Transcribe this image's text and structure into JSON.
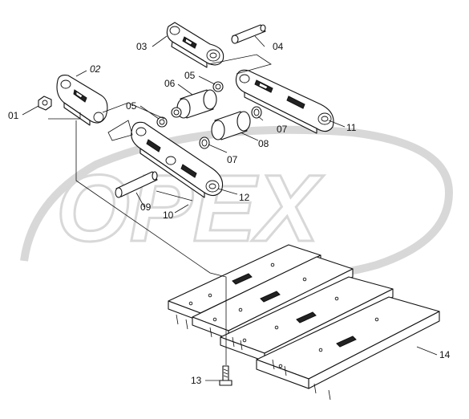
{
  "watermark": {
    "text": "OPEX",
    "color": "#d8d8d8"
  },
  "corner_mark": "",
  "callouts": [
    {
      "id": "01",
      "label": "01"
    },
    {
      "id": "02",
      "label": "02"
    },
    {
      "id": "03",
      "label": "03"
    },
    {
      "id": "04",
      "label": "04"
    },
    {
      "id": "05a",
      "label": "05"
    },
    {
      "id": "05b",
      "label": "05"
    },
    {
      "id": "06",
      "label": "06"
    },
    {
      "id": "07a",
      "label": "07"
    },
    {
      "id": "07b",
      "label": "07"
    },
    {
      "id": "08",
      "label": "08"
    },
    {
      "id": "09",
      "label": "09"
    },
    {
      "id": "10",
      "label": "10"
    },
    {
      "id": "11",
      "label": "11"
    },
    {
      "id": "12",
      "label": "12"
    },
    {
      "id": "13",
      "label": "13"
    },
    {
      "id": "14",
      "label": "14"
    }
  ]
}
